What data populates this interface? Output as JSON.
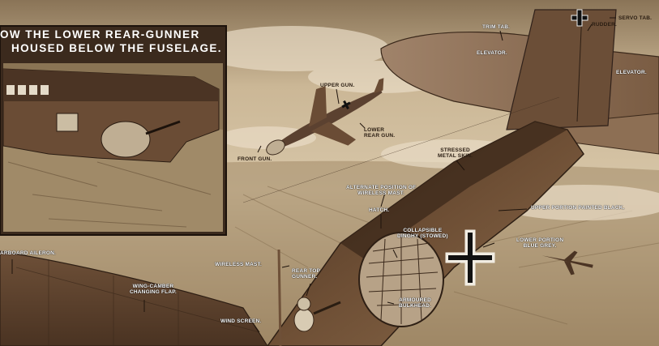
{
  "inset": {
    "caption_line1": "OW THE LOWER REAR-GUNNER",
    "caption_line2": "HOUSED BELOW THE FUSELAGE."
  },
  "labels": {
    "trim_tab": "TRIM TAB.",
    "rudder": "RUDDER.",
    "servo_tab": "SERVO TAB.",
    "elevator_left": "ELEVATOR.",
    "elevator_right": "ELEVATOR.",
    "upper_gun": "UPPER GUN.",
    "lower_rear_gun_1": "LOWER",
    "lower_rear_gun_2": "REAR GUN.",
    "front_gun": "FRONT GUN.",
    "stressed_skin_1": "STRESSED",
    "stressed_skin_2": "METAL SKIN.",
    "alt_mast_1": "ALTERNATE POSITION OF",
    "alt_mast_2": "WIRELESS MAST.",
    "hatch": "HATCH.",
    "upper_black": "UPPER PORTION PAINTED BLACK.",
    "dinghy_1": "COLLAPSIBLE",
    "dinghy_2": "DINGHY (STOWED)",
    "lower_grey_1": "LOWER PORTION",
    "lower_grey_2": "BLUE GREY.",
    "aileron": "ARBOARD AILERON.",
    "wireless_mast": "WIRELESS MAST.",
    "rear_top_1": "REAR TOP",
    "rear_top_2": "GUNNER.",
    "wing_flap_1": "WING-CAMBER",
    "wing_flap_2": "CHANGING FLAP.",
    "bulkhead_1": "ARMOURED",
    "bulkhead_2": "BULKHEAD.",
    "wind_screen": "WIND SCREEN."
  },
  "colors": {
    "sky": "#cdb99a",
    "cloud": "#e6d8c0",
    "fuselage": "#6b4c33",
    "fuselage_dark": "#3e2a1b",
    "ground": "#8a7356"
  }
}
